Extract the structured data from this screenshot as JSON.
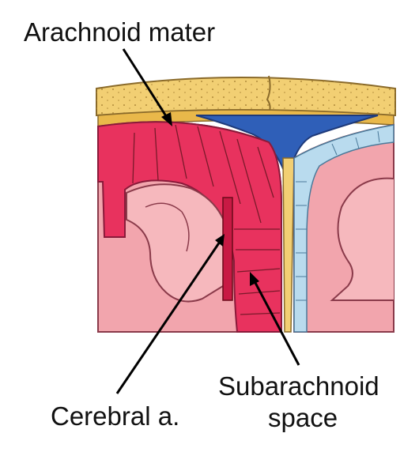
{
  "labels": {
    "arachnoid_mater": "Arachnoid mater",
    "subarachnoid_line1": "Subarachnoid",
    "subarachnoid_line2": "space",
    "cerebral_artery": "Cerebral a."
  },
  "colors": {
    "skull_bone": "#f2cf73",
    "sinus_blue": "#2f5fb8",
    "cortex_pink": "#f2a5ad",
    "subarachnoid_red": "#e8325e",
    "csf_light_blue": "#b9dbee",
    "outline": "#7a2a3a"
  }
}
